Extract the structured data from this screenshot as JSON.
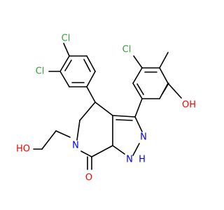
{
  "colors": {
    "bond": "#000000",
    "Cl": "#33a033",
    "O": "#ff0000",
    "N": "#0000ff",
    "background": "#ffffff"
  },
  "atom_labels": {
    "cl_top": "Cl",
    "cl_left": "Cl",
    "cl_right": "Cl",
    "oh_left": "HO",
    "oh_right": "OH",
    "n_ring": "N",
    "n_pyrazole": "N",
    "nh": "N",
    "nh_h": "H",
    "o_carbonyl": "O"
  }
}
